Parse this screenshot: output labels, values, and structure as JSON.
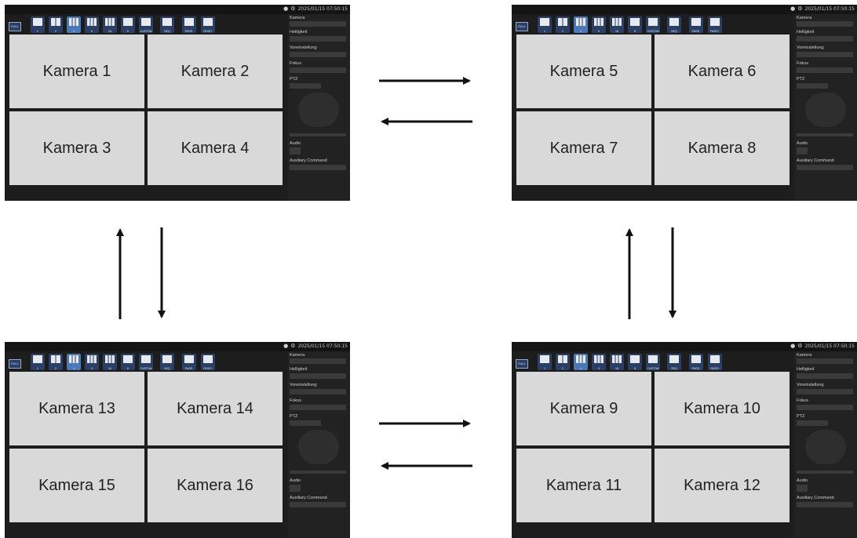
{
  "screens": [
    {
      "cameras": [
        "Kamera 1",
        "Kamera 2",
        "Kamera 3",
        "Kamera 4"
      ]
    },
    {
      "cameras": [
        "Kamera 5",
        "Kamera 6",
        "Kamera 7",
        "Kamera 8"
      ]
    },
    {
      "cameras": [
        "Kamera 13",
        "Kamera 14",
        "Kamera 15",
        "Kamera 16"
      ]
    },
    {
      "cameras": [
        "Kamera 9",
        "Kamera 10",
        "Kamera 11",
        "Kamera 12"
      ]
    }
  ],
  "ui": {
    "timestamp": "2025/01/15 07:50:15",
    "full_label": "FULL",
    "layout_buttons": [
      "1",
      "2",
      "4",
      "9",
      "16",
      "8",
      "CUSTOM"
    ],
    "seq_label": "SEQ",
    "page_prev": "PAGE-",
    "page_next": "PAGE+",
    "panel": {
      "kamera": "Kamera",
      "kamera_value": "---",
      "helligkeit": "Helligkeit",
      "voreinstellung": "Voreinstellung",
      "fokus": "Fokus",
      "ptz": "PTZ",
      "audio": "Audio",
      "aux": "Auxiliary Command"
    }
  },
  "colors": {
    "screen_bg": "#1d1d1d",
    "cell_bg": "#d9d9d9",
    "toolbar_btn": "#2a3f63",
    "toolbar_active": "#4b79b8",
    "arrow": "#111111"
  }
}
